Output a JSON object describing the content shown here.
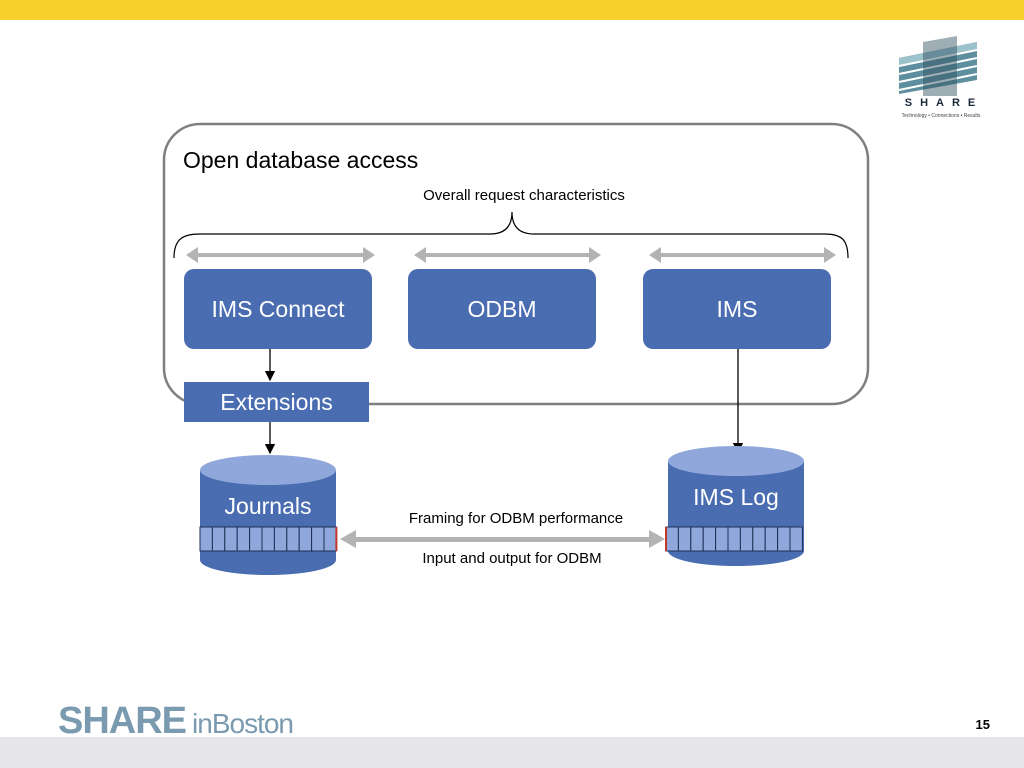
{
  "slide": {
    "title": "Open database access",
    "subtitle": "Overall request characteristics",
    "page_number": "15"
  },
  "boxes": {
    "ims_connect": "IMS Connect",
    "odbm": "ODBM",
    "ims": "IMS",
    "extensions": "Extensions"
  },
  "cylinders": {
    "journals": "Journals",
    "ims_log": "IMS Log"
  },
  "arrow_labels": {
    "framing": "Framing for ODBM performance",
    "io": "Input and output for ODBM"
  },
  "logo": {
    "word": "SHARE",
    "tagline": "Technology • Connections • Results"
  },
  "footer": {
    "share": "SHARE",
    "in": "in",
    "city": "Boston"
  },
  "colors": {
    "accent_bar": "#f7d02c",
    "box_fill": "#4a6cb1",
    "cylinder_top": "#8fa7da",
    "arrow_gray": "#b3b3b3",
    "footer_bar": "#e6e6e8"
  }
}
